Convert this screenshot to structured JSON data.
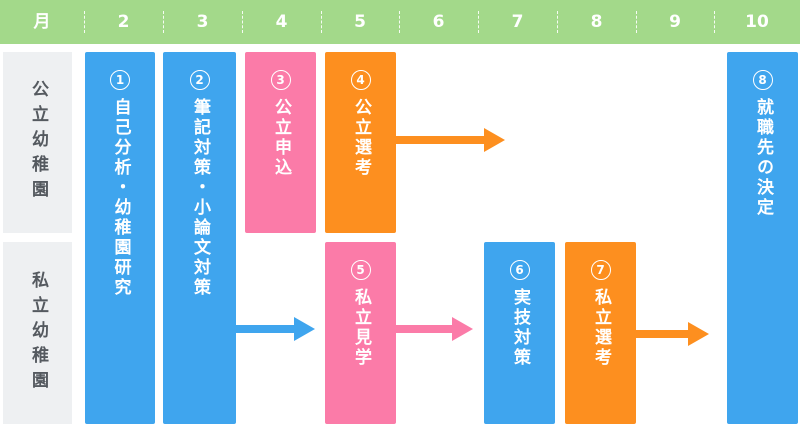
{
  "months": [
    "月",
    "2",
    "3",
    "4",
    "5",
    "6",
    "7",
    "8",
    "9",
    "10"
  ],
  "rows": {
    "public": "公立幼稚園",
    "private": "私立幼稚園"
  },
  "steps": [
    {
      "num": "1",
      "label": "自己分析・幼稚園研究",
      "color": "#3fa5ee"
    },
    {
      "num": "2",
      "label": "筆記対策・小論文対策",
      "color": "#3fa5ee"
    },
    {
      "num": "3",
      "label": "公立申込",
      "color": "#fb7ba8"
    },
    {
      "num": "4",
      "label": "公立選考",
      "color": "#fd8f1f"
    },
    {
      "num": "5",
      "label": "私立見学",
      "color": "#fb7ba8"
    },
    {
      "num": "6",
      "label": "実技対策",
      "color": "#3fa5ee"
    },
    {
      "num": "7",
      "label": "私立選考",
      "color": "#fd8f1f"
    },
    {
      "num": "8",
      "label": "就職先の決定",
      "color": "#3fa5ee"
    }
  ],
  "colors": {
    "header": "#a3d98a",
    "blue": "#3fa5ee",
    "pink": "#fb7ba8",
    "orange": "#fd8f1f",
    "row_label_bg": "#eef0f2"
  }
}
